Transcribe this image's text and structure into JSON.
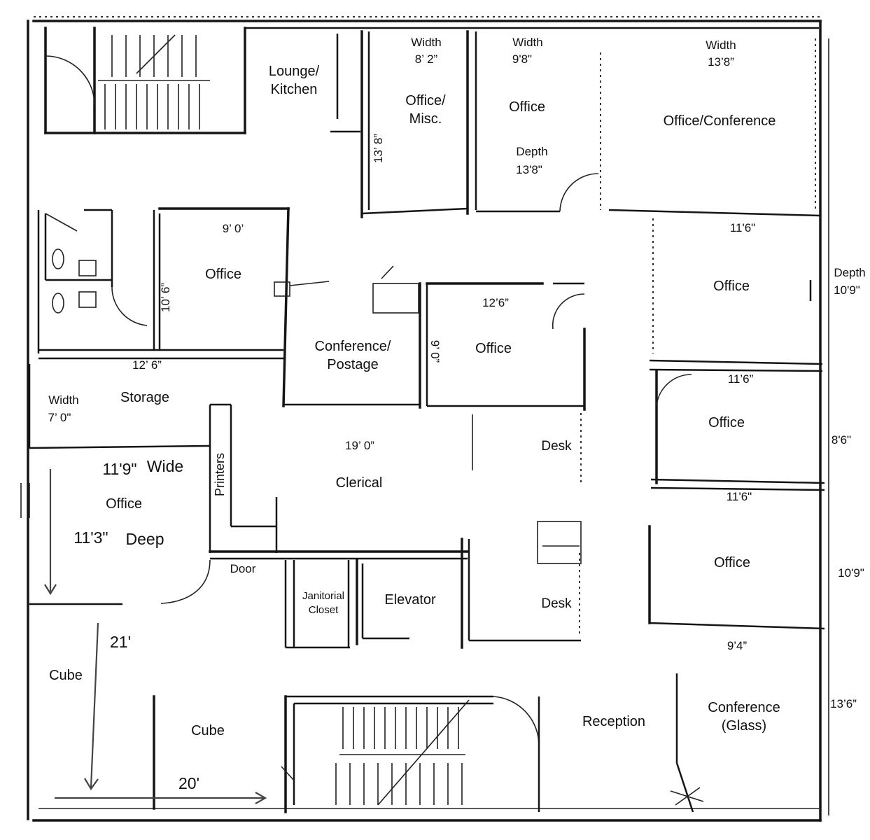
{
  "rooms": {
    "lounge": [
      "Lounge/",
      "Kitchen"
    ],
    "office_misc": {
      "width_label": "Width",
      "width": "8’ 2”",
      "name": [
        "Office/",
        "Misc."
      ],
      "depth": "13’ 8”"
    },
    "office_top": {
      "width_label": "Width",
      "width": "9'8\"",
      "name": "Office",
      "depth_label": "Depth",
      "depth": "13'8\""
    },
    "office_conf": {
      "width_label": "Width",
      "width": "13’8”",
      "name": "Office/Conference"
    },
    "office_left": {
      "width": "9’ 0’",
      "name": "Office",
      "depth": "10’ 6”"
    },
    "storage": {
      "width_dim": "12’ 6”",
      "width_label": "Width",
      "width": "7’ 0\"",
      "name": "Storage"
    },
    "conference_postage": [
      "Conference/",
      "Postage"
    ],
    "office_center": {
      "width": "12’6”",
      "depth": "9’ 0”",
      "name": "Office"
    },
    "clerical": {
      "name": "Clerical",
      "dim": "19’ 0”"
    },
    "desk_upper": "Desk",
    "desk_lower": "Desk",
    "printers": "Printers",
    "office_sw": {
      "wide_value": "11'9\"",
      "wide_label": "Wide",
      "name": "Office",
      "deep_value": "11'3\"",
      "deep_label": "Deep"
    },
    "door": "Door",
    "janitorial": [
      "Janitorial",
      "Closet"
    ],
    "elevator": "Elevator",
    "cube_left": "Cube",
    "cube_right": "Cube",
    "dim_21": "21'",
    "dim_20": "20'",
    "reception": "Reception",
    "conference_glass": [
      "Conference",
      "(Glass)"
    ],
    "right_offices": [
      {
        "width": "11'6\"",
        "name": "Office",
        "depth_label": "Depth",
        "depth": "10'9\""
      },
      {
        "width": "11’6”",
        "name": "Office",
        "depth": "8'6\""
      },
      {
        "width": "11'6\"",
        "name": "Office",
        "depth": "10'9\""
      }
    ],
    "conf_glass_width": "9’4”",
    "conf_glass_depth": "13’6”"
  }
}
